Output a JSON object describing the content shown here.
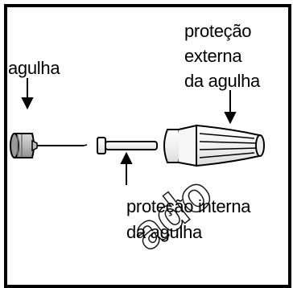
{
  "labels": {
    "needle": "agulha",
    "outer_cap": [
      "proteção",
      "externa",
      "da agulha"
    ],
    "inner_cap": [
      "proteção interna",
      "da agulha"
    ]
  },
  "watermark": "ado",
  "colors": {
    "ink": "#000000",
    "hub": "#b5b5b5",
    "hub_light": "#e6e6e6",
    "paper": "#ffffff"
  }
}
